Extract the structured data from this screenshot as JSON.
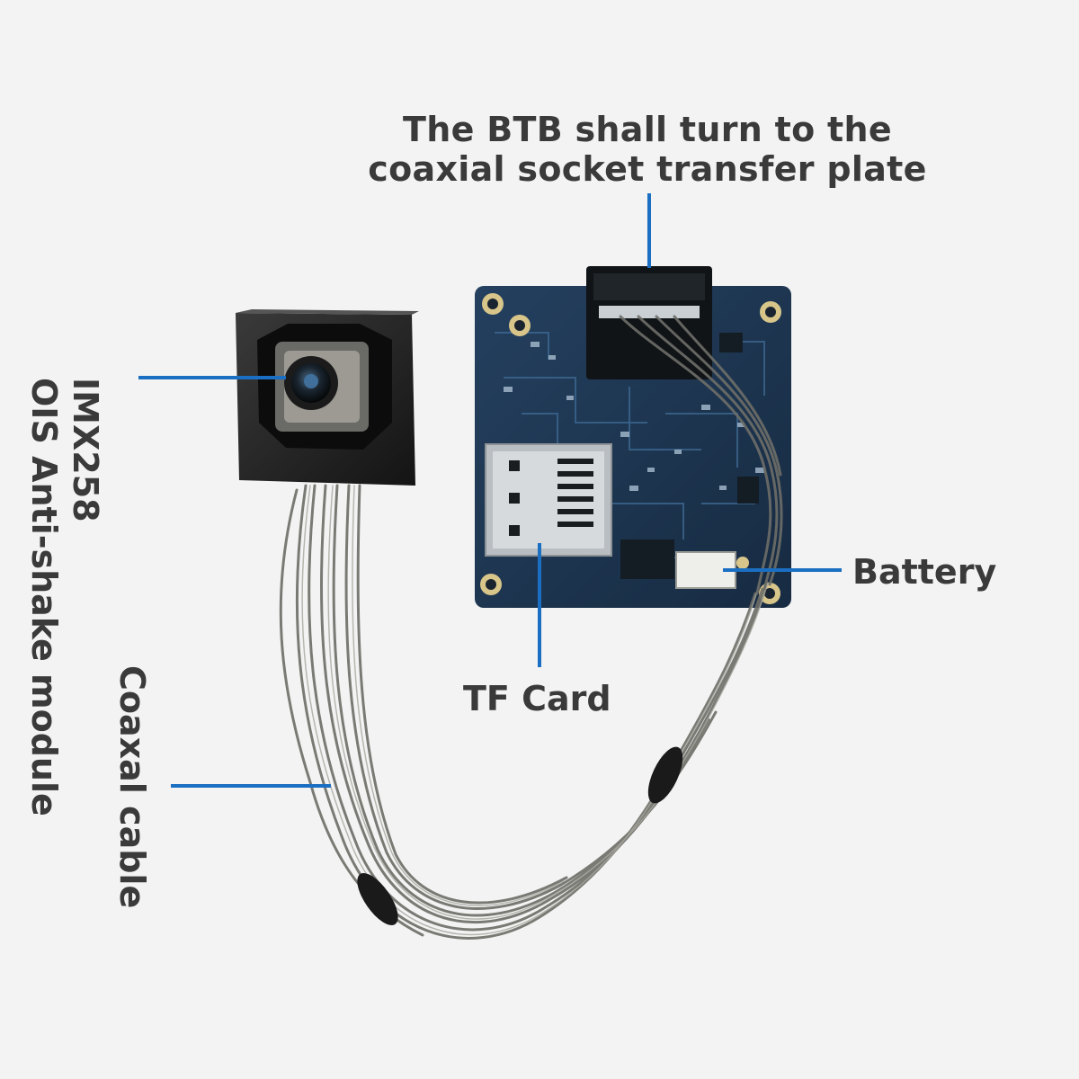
{
  "annotations": {
    "btb": {
      "line1": "The BTB shall turn to the",
      "line2": "coaxial socket transfer plate"
    },
    "battery": "Battery",
    "tf_card": "TF Card",
    "sensor": {
      "line1": "IMX258",
      "line2": "OIS Anti-shake module"
    },
    "cable": "Coaxal cable"
  },
  "colors": {
    "background": "#f3f3f3",
    "leader_line": "#1b6fc2",
    "pcb": "#1e3550",
    "text": "#3a3a3a"
  }
}
